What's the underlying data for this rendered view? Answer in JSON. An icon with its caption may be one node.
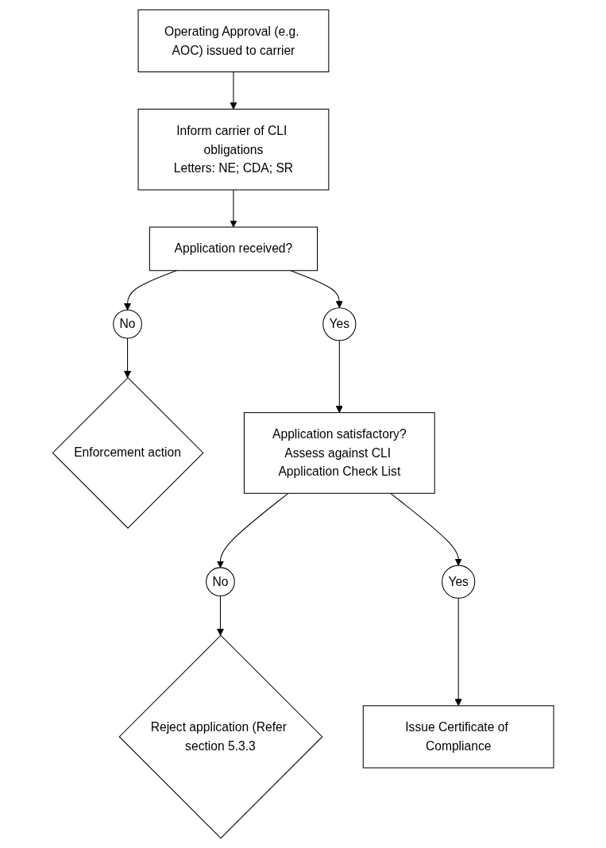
{
  "diagram": {
    "nodes": [
      {
        "text": [
          "Operating Approval (e.g. AOC) issued to carrier"
        ]
      },
      {
        "text": [
          "Inform carrier of CLI obligations",
          "Letters: NE; CDA; SR"
        ]
      },
      {
        "text": [
          "Application received?"
        ]
      },
      {
        "text": [
          "No"
        ]
      },
      {
        "text": [
          "Enforcement action"
        ]
      },
      {
        "text": [
          "Yes"
        ]
      },
      {
        "text": [
          "Application satisfactory?",
          "Assess against CLI Application Check List"
        ]
      },
      {
        "text": [
          "No"
        ]
      },
      {
        "text": [
          "Yes"
        ]
      },
      {
        "text": [
          "Reject application (Refer section 5.3.3"
        ]
      },
      {
        "text": [
          "Issue Certificate of Compliance"
        ]
      }
    ],
    "edges": [
      {
        "from": 0,
        "to": 1,
        "arrow": "to"
      },
      {
        "from": 1,
        "to": 2,
        "arrow": "to"
      },
      {
        "from": 2,
        "to": 3,
        "arrow": "to"
      },
      {
        "from": 3,
        "to": 4,
        "arrow": "to"
      },
      {
        "from": 2,
        "to": 5,
        "arrow": "to"
      },
      {
        "from": 5,
        "to": 6,
        "arrow": "to"
      },
      {
        "from": 6,
        "to": 7,
        "arrow": "to"
      },
      {
        "from": 6,
        "to": 8,
        "arrow": "to"
      },
      {
        "from": 7,
        "to": 9,
        "arrow": "to"
      },
      {
        "from": 8,
        "to": 10,
        "arrow": "to"
      }
    ]
  }
}
